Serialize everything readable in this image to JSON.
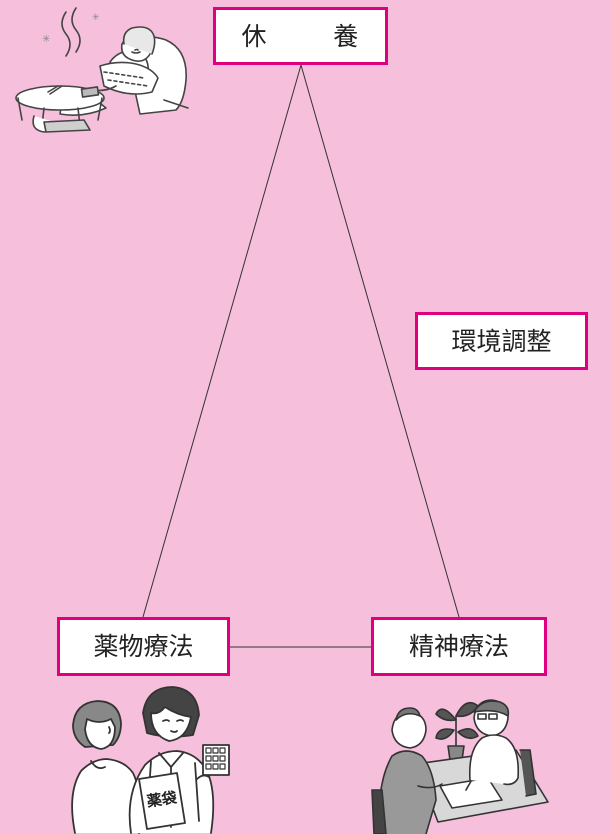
{
  "colors": {
    "background": "#f6bfdb",
    "accent": "#e0007f",
    "box_fill": "#ffffff",
    "line": "#333333",
    "text": "#222222"
  },
  "nodes": {
    "rest": {
      "label": "休養",
      "chars": [
        "休",
        "養"
      ]
    },
    "environment": {
      "label": "環境調整"
    },
    "drug": {
      "label": "薬物療法"
    },
    "psychotherapy": {
      "label": "精神療法"
    }
  },
  "illustrations": {
    "rest": {
      "icon": "resting-person-icon"
    },
    "drug": {
      "icon": "pharmacist-and-patient-icon",
      "bag_text": "薬袋"
    },
    "psych": {
      "icon": "counseling-session-icon"
    }
  }
}
